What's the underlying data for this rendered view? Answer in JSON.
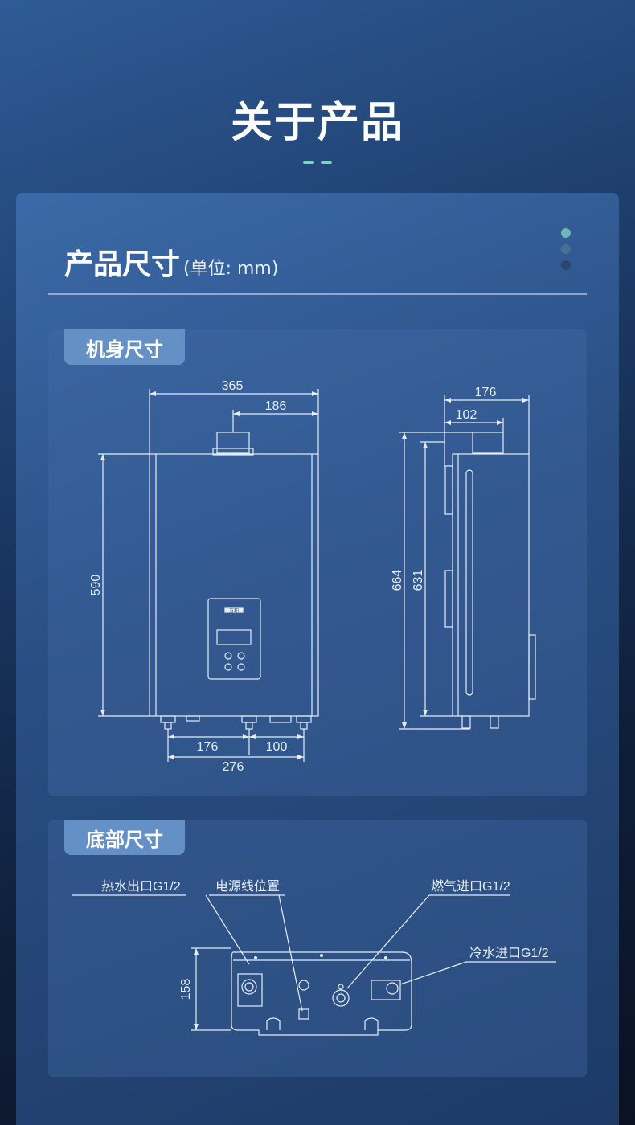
{
  "header": {
    "title": "关于产品"
  },
  "section": {
    "title": "产品尺寸",
    "unit": "(单位: mm)"
  },
  "body_panel": {
    "tab_label": "机身尺寸",
    "front": {
      "width_total": "365",
      "flue_offset": "186",
      "height": "590",
      "pipe_spacing_a": "176",
      "pipe_spacing_b": "100",
      "pipe_span": "276",
      "brand_mark": "万和"
    },
    "side": {
      "depth_total": "176",
      "flue_depth": "102",
      "height_total": "664",
      "height_body": "631"
    }
  },
  "bottom_panel": {
    "tab_label": "底部尺寸",
    "labels": {
      "hot_water_outlet": "热水出口G1/2",
      "power_cord": "电源线位置",
      "gas_inlet": "燃气进口G1/2",
      "cold_water_inlet": "冷水进口G1/2"
    },
    "depth": "158"
  },
  "colors": {
    "accent": "#7fd1c9",
    "tab": "#6590c6",
    "line": "#e6edf6"
  }
}
